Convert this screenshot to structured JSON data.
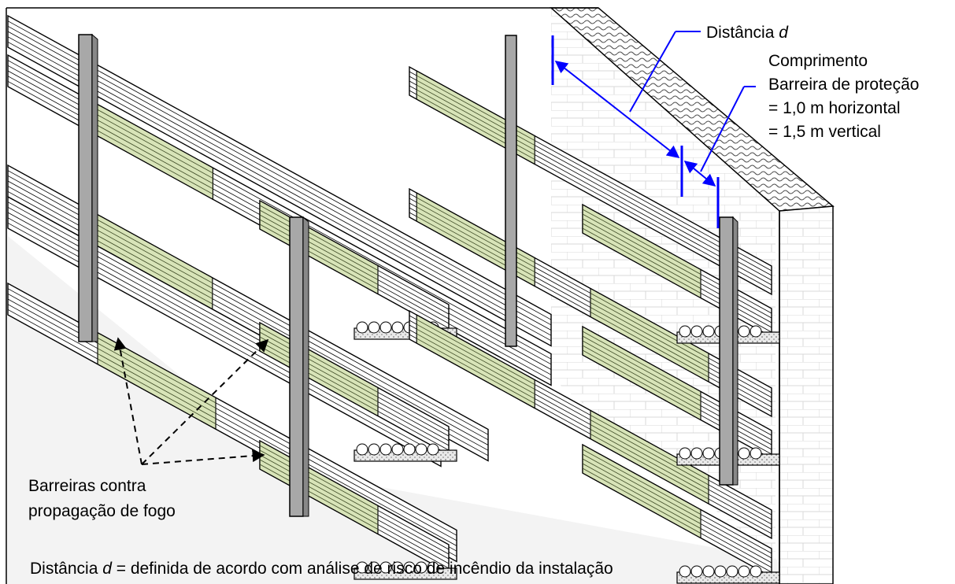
{
  "labels": {
    "distance_prefix": "Distância ",
    "distance_var": "d",
    "length_line1": "Comprimento",
    "length_line2": "Barreira de proteção",
    "length_line3": "= 1,0 m horizontal",
    "length_line4": "= 1,5 m vertical",
    "barriers_line1": "Barreiras contra",
    "barriers_line2": "propagação de fogo",
    "footer_prefix": "Distância ",
    "footer_var": "d",
    "footer_suffix": " = definida de acordo com análise de risco de incêndio da instalação"
  },
  "colors": {
    "barrier_green": "#d6e3b5",
    "dimension_blue": "#0000ff",
    "floor_gray": "#f3f3f3",
    "support_gray": "#a8a8a8",
    "wall_brick": "#ffffff"
  }
}
